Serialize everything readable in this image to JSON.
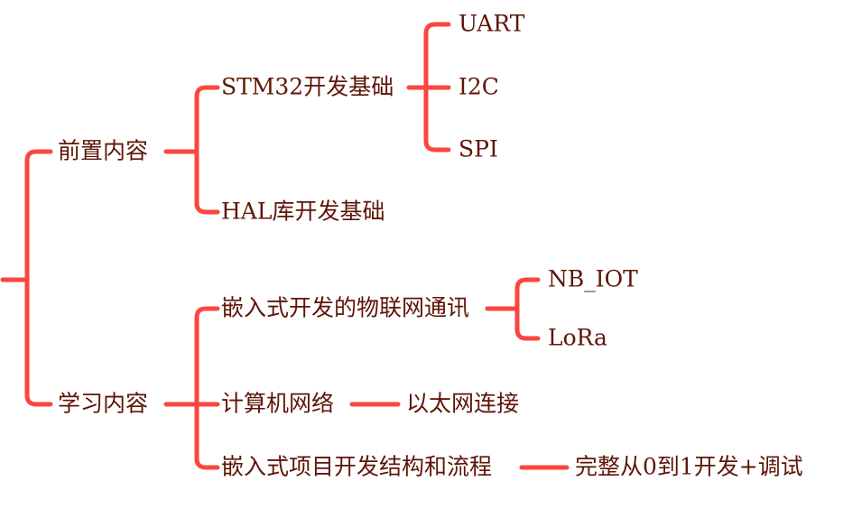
{
  "style": {
    "connector_color": "#fa463e",
    "text_color": "#5e1506",
    "background_color": "#ffffff"
  },
  "mindmap": {
    "type": "tree-diagram",
    "branches": [
      {
        "label": "前置内容",
        "children": [
          {
            "label": "STM32开发基础",
            "children": [
              {
                "label": "UART"
              },
              {
                "label": "I2C"
              },
              {
                "label": "SPI"
              }
            ]
          },
          {
            "label": "HAL库开发基础",
            "children": []
          }
        ]
      },
      {
        "label": "学习内容",
        "children": [
          {
            "label": "嵌入式开发的物联网通讯",
            "children": [
              {
                "label": "NB_IOT"
              },
              {
                "label": "LoRa"
              }
            ]
          },
          {
            "label": "计算机网络",
            "children": [
              {
                "label": "以太网连接"
              }
            ]
          },
          {
            "label": "嵌入式项目开发结构和流程",
            "children": [
              {
                "label": "完整从0到1开发+调试"
              }
            ]
          }
        ]
      }
    ]
  }
}
